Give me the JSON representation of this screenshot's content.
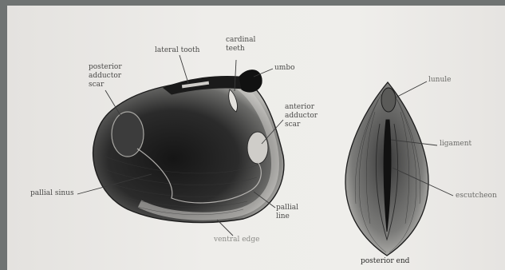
{
  "figure": {
    "labels": {
      "lateral_tooth": "lateral tooth",
      "cardinal_teeth_1": "cardinal",
      "cardinal_teeth_2": "teeth",
      "umbo": "umbo",
      "posterior_adductor_scar_1": "posterior",
      "posterior_adductor_scar_2": "adductor",
      "posterior_adductor_scar_3": "scar",
      "anterior_adductor_scar_1": "anterior",
      "anterior_adductor_scar_2": "adductor",
      "anterior_adductor_scar_3": "scar",
      "pallial_sinus": "pallial sinus",
      "pallial_line_1": "pallial",
      "pallial_line_2": "line",
      "ventral_edge": "ventral edge",
      "lunule": "lunule",
      "ligament": "ligament",
      "escutcheon": "escutcheon",
      "posterior_end": "posterior end"
    }
  },
  "colors": {
    "background": "#6f7372",
    "paper": "#eeedea",
    "ink": "#1c1c1c",
    "label": "#4a4a48"
  }
}
